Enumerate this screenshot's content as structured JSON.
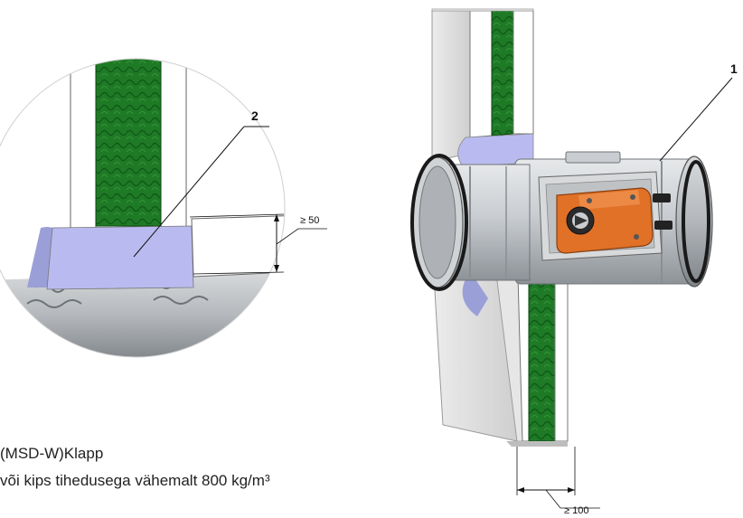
{
  "callouts": {
    "item_1": "1",
    "item_2": "2"
  },
  "dimensions": {
    "gap_min": "≥ 50",
    "wall_min": "≥ 100"
  },
  "legend": {
    "line_1": "(MSD-W)Klapp",
    "line_2": "või kips tihedusega vähemalt 800 kg/m³"
  },
  "colors": {
    "insulation": "#1f7a26",
    "insulation_dark": "#0f5a17",
    "board": "#ffffff",
    "wall": "#d9d9d9",
    "sealant": "#b9bbf0",
    "duct": "#bfc3c7",
    "actuator": "#e07127",
    "rim": "#1a1a1a"
  }
}
